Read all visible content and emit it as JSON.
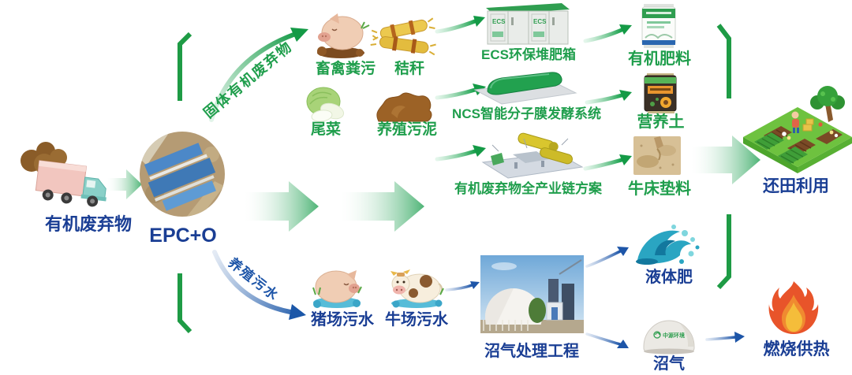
{
  "colors": {
    "green": "#1f9e4c",
    "blue": "#1a3e94",
    "bracket_green": "#1e9b45",
    "arrow_blue": "#1d55a8"
  },
  "source": {
    "label": "有机废弃物"
  },
  "hub": {
    "label": "EPC+O"
  },
  "solid_branch": {
    "arrow_label": "固体有机废弃物",
    "inputs": [
      {
        "label": "畜禽粪污"
      },
      {
        "label": "秸秆"
      },
      {
        "label": "尾菜"
      },
      {
        "label": "养殖污泥"
      }
    ]
  },
  "processes": [
    {
      "name": "ECS环保堆肥箱",
      "box_text": "ECS",
      "product": "有机肥料"
    },
    {
      "name": "NCS智能分子膜发酵系统",
      "product": "营养土"
    },
    {
      "name": "有机废弃物全产业链方案",
      "product": "牛床垫料"
    }
  ],
  "field_use": {
    "label": "还田利用"
  },
  "liquid_branch": {
    "arrow_label": "养殖污水",
    "inputs": [
      {
        "label": "猪场污水"
      },
      {
        "label": "牛场污水"
      }
    ],
    "plant": {
      "label": "沼气处理工程"
    },
    "liquid_fertilizer": {
      "label": "液体肥"
    },
    "biogas": {
      "label": "沼气",
      "dome_logo": "中源环境"
    },
    "heating": {
      "label": "燃烧供热"
    }
  }
}
